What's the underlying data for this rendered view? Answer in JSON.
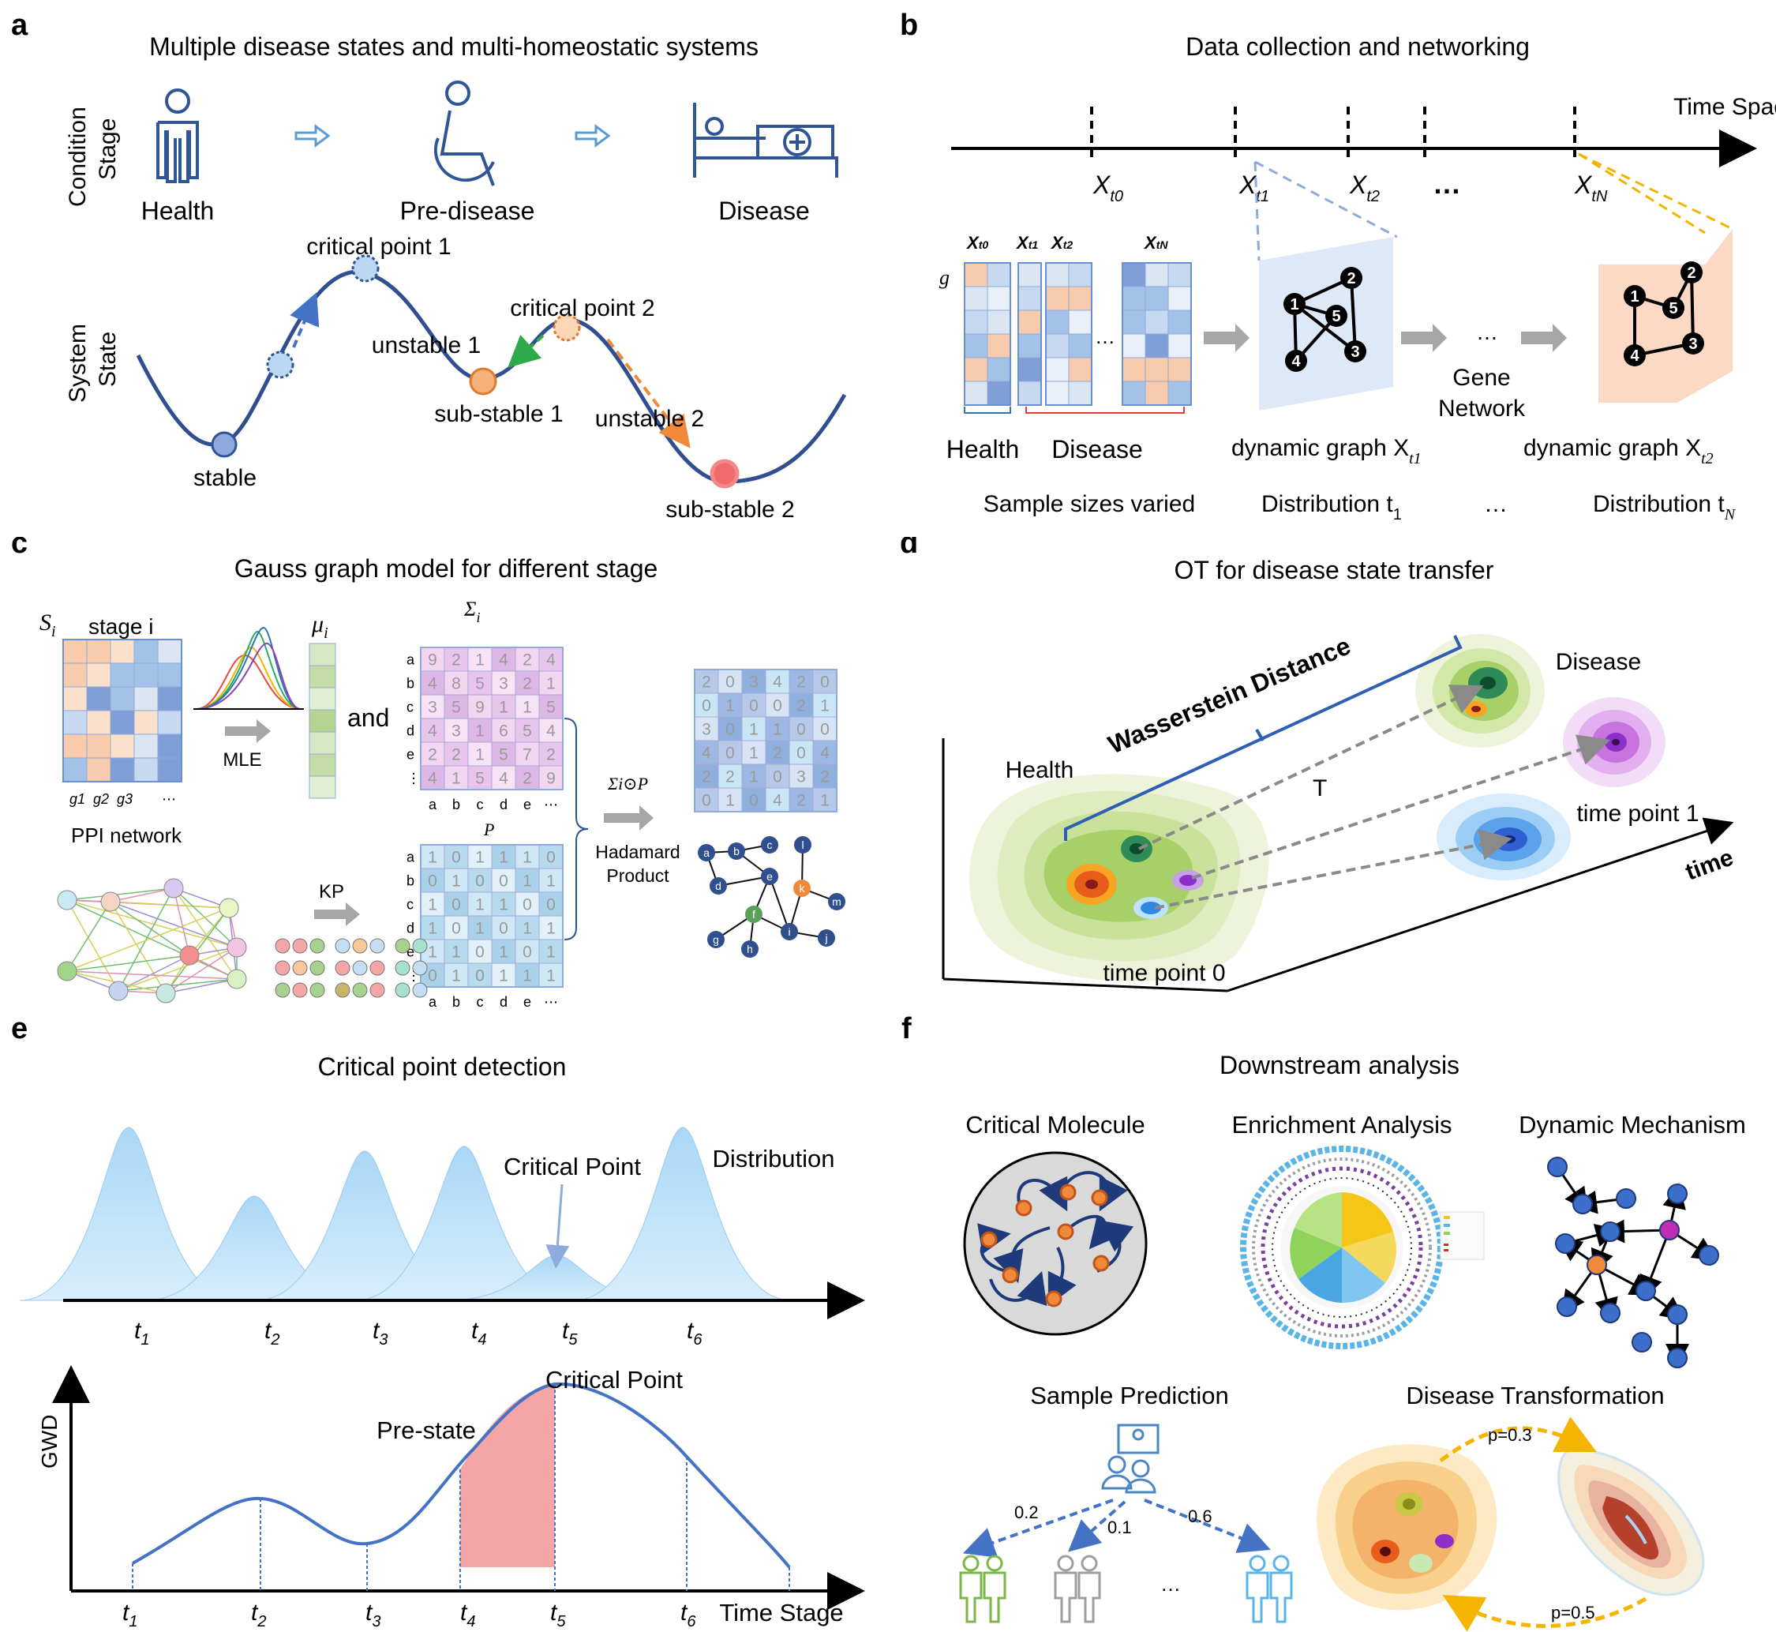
{
  "colors": {
    "navy": "#2f4f8f",
    "blue_curve": "#4472c4",
    "light_blue": "#bcd7f2",
    "orange": "#f39c5a",
    "red_ball": "#f26b6b",
    "green": "#7ab648",
    "purple": "#b34fd1",
    "pink_fill": "#f4a6a6",
    "grey_arrow": "#a6a6a6"
  },
  "panel_a": {
    "letter": "a",
    "title": "Multiple disease states and multi-homeostatic systems",
    "condition_label_1": "Condition",
    "condition_label_2": "Stage",
    "stages": [
      "Health",
      "Pre-disease",
      "Disease"
    ],
    "system_label_1": "System",
    "system_label_2": "State",
    "points": {
      "critical1": "critical point 1",
      "critical2": "critical point 2",
      "unstable1": "unstable 1",
      "unstable2": "unstable 2",
      "substable1": "sub-stable 1",
      "substable2": "sub-stable 2",
      "stable": "stable"
    }
  },
  "panel_b": {
    "letter": "b",
    "title": "Data collection and networking",
    "time_space": "Time Space",
    "time_labels": [
      "X",
      "X",
      "X",
      "X"
    ],
    "time_subs": [
      "t0",
      "t1",
      "t2",
      "tN"
    ],
    "ellipsis": "…",
    "matrix_headers": [
      "X",
      "X",
      "X",
      "X"
    ],
    "matrix_subs": [
      "t0",
      "t1",
      "t2",
      "tN"
    ],
    "gene_label": "g",
    "health": "Health",
    "disease": "Disease",
    "gene_network_1": "Gene",
    "gene_network_2": "Network",
    "dyn_graph": "dynamic graph X",
    "dyn_sub_1": "t1",
    "dyn_sub_2": "t2",
    "sample_sizes": "Sample sizes varied",
    "dist_1": "Distribution t",
    "dist_1_sub": "1",
    "dist_n": "Distribution t",
    "dist_n_sub": "N",
    "nodes": [
      "1",
      "2",
      "3",
      "4",
      "5"
    ]
  },
  "panel_c": {
    "letter": "c",
    "title": "Gauss graph model for different stage",
    "s_label": "S",
    "s_sub": "i",
    "stage_label": "stage i",
    "gene_labels": [
      "g1",
      "g2",
      "g3",
      "⋯"
    ],
    "mle": "MLE",
    "mu": "μ",
    "mu_sub": "i",
    "and": "and",
    "sigma": "Σ",
    "sigma_sub": "i",
    "row_labels": [
      "a",
      "b",
      "c",
      "d",
      "e",
      "⋮"
    ],
    "col_labels": [
      "a",
      "b",
      "c",
      "d",
      "e",
      "⋯"
    ],
    "sigma_values": [
      [
        "9",
        "2",
        "1",
        "4",
        "2",
        "4"
      ],
      [
        "4",
        "8",
        "5",
        "3",
        "2",
        "1"
      ],
      [
        "3",
        "5",
        "9",
        "1",
        "1",
        "5"
      ],
      [
        "4",
        "3",
        "1",
        "6",
        "5",
        "4"
      ],
      [
        "2",
        "2",
        "1",
        "5",
        "7",
        "2"
      ],
      [
        "4",
        "1",
        "5",
        "4",
        "2",
        "9"
      ]
    ],
    "p_label": "P",
    "p_values": [
      [
        "1",
        "0",
        "1",
        "1",
        "1",
        "0"
      ],
      [
        "0",
        "1",
        "0",
        "0",
        "1",
        "1"
      ],
      [
        "1",
        "0",
        "1",
        "1",
        "0",
        "0"
      ],
      [
        "1",
        "0",
        "1",
        "0",
        "1",
        "1"
      ],
      [
        "1",
        "1",
        "0",
        "1",
        "0",
        "1"
      ],
      [
        "0",
        "1",
        "0",
        "1",
        "1",
        "1"
      ]
    ],
    "result_values": [
      [
        "2",
        "0",
        "3",
        "4",
        "2",
        "0"
      ],
      [
        "0",
        "1",
        "0",
        "0",
        "2",
        "1"
      ],
      [
        "3",
        "0",
        "1",
        "1",
        "0",
        "0"
      ],
      [
        "4",
        "0",
        "1",
        "2",
        "0",
        "4"
      ],
      [
        "2",
        "2",
        "1",
        "0",
        "3",
        "2"
      ],
      [
        "0",
        "1",
        "0",
        "4",
        "2",
        "1"
      ]
    ],
    "ppi": "PPI network",
    "kp": "KP",
    "hadamard_formula": "Σi⊙P",
    "hadamard_1": "Hadamard",
    "hadamard_2": "Product",
    "graph_nodes": [
      "a",
      "b",
      "c",
      "d",
      "e",
      "f",
      "g",
      "h",
      "i",
      "j",
      "k",
      "l",
      "m"
    ]
  },
  "panel_d": {
    "letter": "d",
    "title": "OT for disease state transfer",
    "wasserstein": "Wasserstein Distance",
    "health": "Health",
    "disease": "Disease",
    "t": "T",
    "time_point_1": "time point 1",
    "time_point_0": "time point 0",
    "time": "time"
  },
  "panel_e": {
    "letter": "e",
    "title": "Critical point detection",
    "critical_point": "Critical Point",
    "distribution": "Distribution",
    "t_labels": [
      "t1",
      "t2",
      "t3",
      "t4",
      "t5",
      "t6"
    ],
    "gwd": "GWD",
    "pre_state": "Pre-state",
    "critical_point_2": "Critical Point",
    "time_stage": "Time Stage"
  },
  "panel_f": {
    "letter": "f",
    "title": "Downstream analysis",
    "critical_molecule": "Critical Molecule",
    "enrichment": "Enrichment Analysis",
    "dynamic": "Dynamic Mechanism",
    "sample_prediction": "Sample Prediction",
    "disease_transformation": "Disease Transformation",
    "probs": [
      "0.2",
      "0.1",
      "0.6"
    ],
    "ellipsis": "…",
    "p03": "p=0.3",
    "p05": "p=0.5"
  }
}
